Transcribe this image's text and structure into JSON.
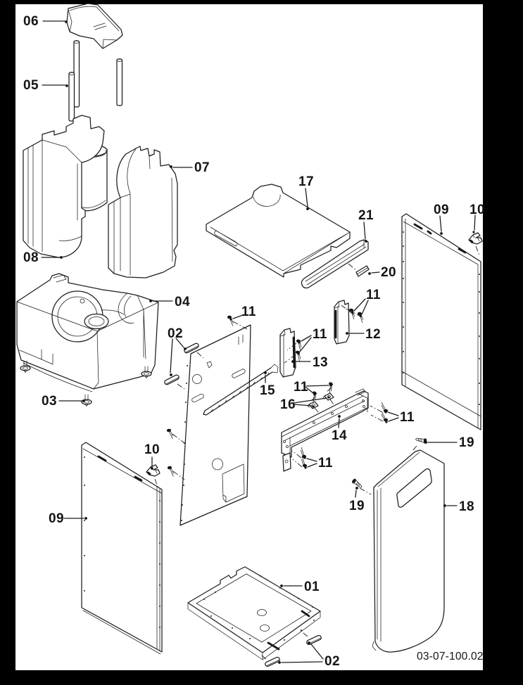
{
  "palette": {
    "border": "#000000",
    "paper": "#ffffff",
    "ink": "#1c1c1c"
  },
  "figure": {
    "drawing_code": "03-07-100.02",
    "callouts": {
      "n01": "01",
      "n02": "02",
      "n03": "03",
      "n04": "04",
      "n05": "05",
      "n06": "06",
      "n07": "07",
      "n08": "08",
      "n09": "09",
      "n10": "10",
      "n11": "11",
      "n12": "12",
      "n13": "13",
      "n14": "14",
      "n15": "15",
      "n16": "16",
      "n17": "17",
      "n18": "18",
      "n19": "19",
      "n20": "20",
      "n21": "21"
    }
  }
}
